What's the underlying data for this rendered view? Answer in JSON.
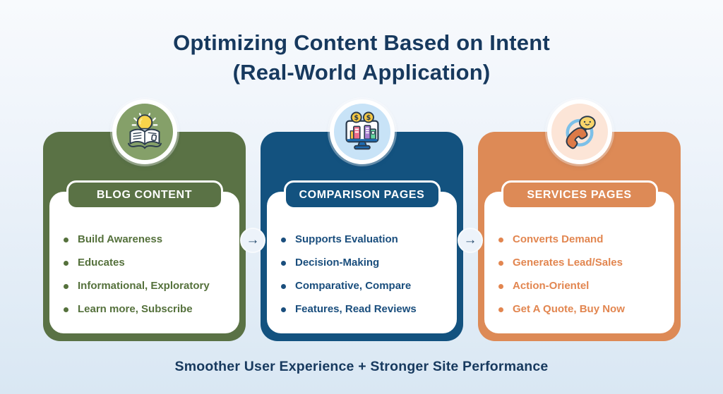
{
  "title": {
    "line1": "Optimizing Content Based on Intent",
    "line2": "(Real-World Application)"
  },
  "arrow": {
    "glyph": "→"
  },
  "cards": [
    {
      "id": "blog-content",
      "label": "BLOG CONTENT",
      "icon": "lightbulb-book-icon",
      "color": "#5a7245",
      "text_color": "#55713c",
      "icon_circle_color": "#85a069",
      "items": [
        "Build Awareness",
        "Educates",
        "Informational, Exploratory",
        "Learn more, Subscribe"
      ]
    },
    {
      "id": "comparison-pages",
      "label": "COMPARISON PAGES",
      "icon": "monitor-comparison-icon",
      "color": "#13527f",
      "text_color": "#1a4e7d",
      "icon_circle_color": "#c8e3f7",
      "items": [
        "Supports Evaluation",
        "Decision-Making",
        "Comparative, Compare",
        "Features, Read Reviews"
      ]
    },
    {
      "id": "services-pages",
      "label": "SERVICES PAGES",
      "icon": "phone-chat-icon",
      "color": "#dd8a56",
      "text_color": "#e28650",
      "icon_circle_color": "#fce5d7",
      "items": [
        "Converts Demand",
        "Generates Lead/Sales",
        "Action-Orientel",
        "Get A Quote, Buy Now"
      ]
    }
  ],
  "footer": {
    "text": "Smoother User Experience + Stronger Site Performance"
  },
  "colors": {
    "title_navy": "#17395e",
    "background_top": "#f8fafd",
    "background_bottom": "#d9e7f3"
  }
}
